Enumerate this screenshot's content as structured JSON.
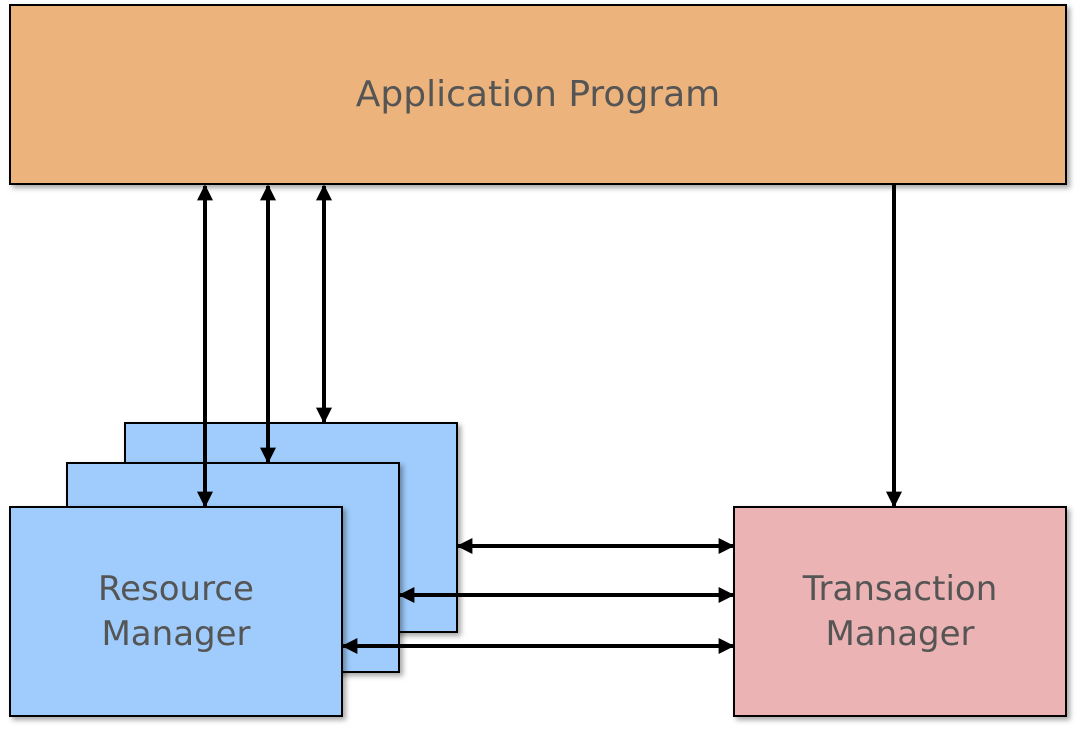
{
  "application": {
    "label": "Application Program",
    "fill": "#ECB47C"
  },
  "resource_manager": {
    "label": "Resource\nManager",
    "fill": "#9FCCFC",
    "stack_count": 3
  },
  "transaction_manager": {
    "label": "Transaction\nManager",
    "fill": "#EBB3B3"
  }
}
